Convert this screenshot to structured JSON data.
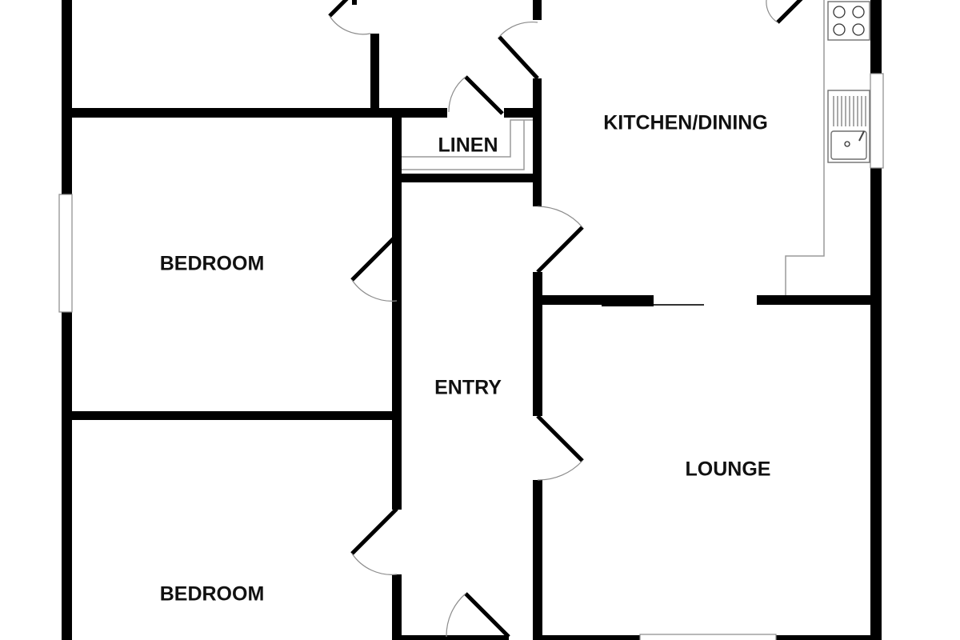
{
  "floorplan": {
    "rooms": {
      "kitchen_dining": "KITCHEN/DINING",
      "linen": "LINEN",
      "bedroom_upper": "BEDROOM",
      "entry": "ENTRY",
      "lounge": "LOUNGE",
      "bedroom_lower": "BEDROOM"
    },
    "colors": {
      "wall": "#000000",
      "background": "#ffffff",
      "fixture_line": "#8a8a8a"
    }
  }
}
